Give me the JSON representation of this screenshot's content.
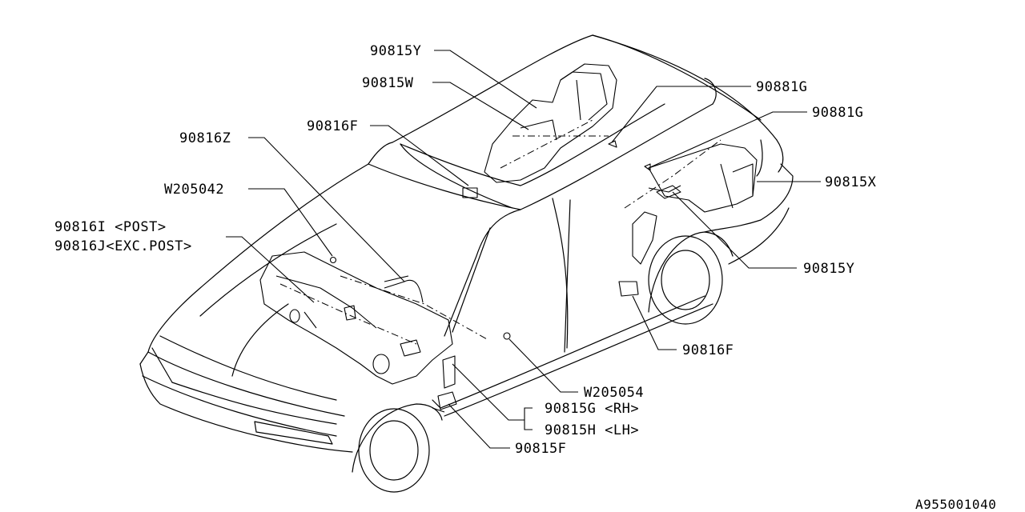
{
  "labels": {
    "l1": "90815Y",
    "l2": "90815W",
    "l3": "90816F",
    "l4": "90816Z",
    "l5": "W205042",
    "l6": "90816I <POST>",
    "l7": "90816J<EXC.POST>",
    "l8": "90881G",
    "l9": "90881G",
    "l10": "90815X",
    "l11": "90815Y",
    "l12": "90816F",
    "l13": "W205054",
    "l14": "90815G <RH>",
    "l15": "90815H <LH>",
    "l16": "90815F"
  },
  "reference_code": "A955001040"
}
